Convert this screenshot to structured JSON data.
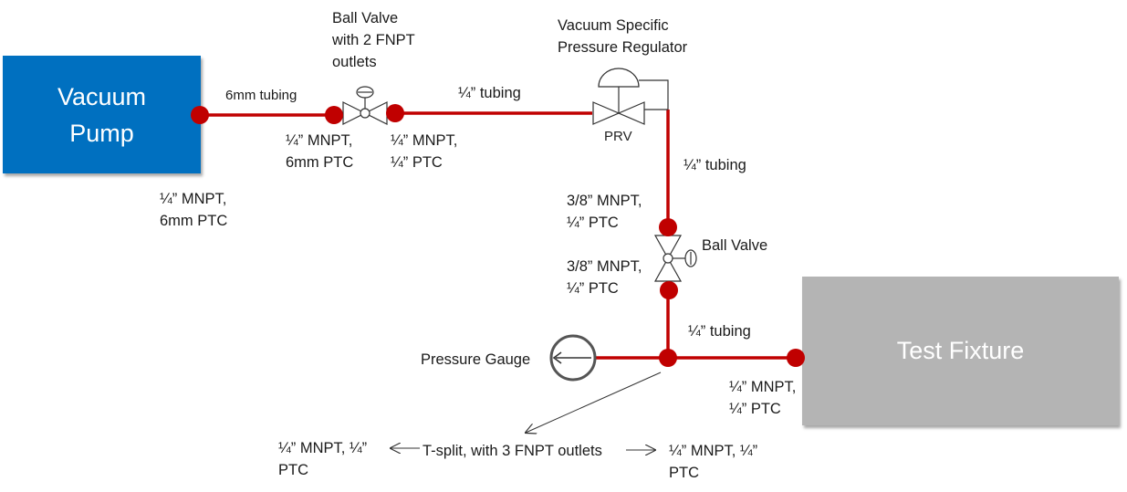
{
  "boxes": {
    "vacuum_pump": "Vacuum\nPump",
    "test_fixture": "Test Fixture"
  },
  "components": {
    "ball_valve_1": "Ball Valve\nwith 2 FNPT\noutlets",
    "prv_title": "Vacuum Specific\nPressure Regulator",
    "prv_tag": "PRV",
    "ball_valve_2": "Ball Valve",
    "pressure_gauge": "Pressure Gauge",
    "t_split": "T-split, with 3 FNPT outlets"
  },
  "tubing": {
    "pump_to_valve": "6mm tubing",
    "valve_to_prv": "¼” tubing",
    "prv_down": "¼” tubing",
    "to_fixture": "¼” tubing"
  },
  "fittings": {
    "pump_outlet": "¼” MNPT,\n6mm PTC",
    "valve1_in": "¼” MNPT,\n6mm PTC",
    "valve1_out": "¼” MNPT,\n¼” PTC",
    "valve2_in": "3/8” MNPT,\n¼” PTC",
    "valve2_out": "3/8” MNPT,\n¼” PTC",
    "fixture_in": "¼” MNPT,\n¼” PTC",
    "tee_left": "¼” MNPT, ¼”\nPTC",
    "tee_right": "¼” MNPT, ¼”\nPTC"
  },
  "colors": {
    "pump_box": "#0070c0",
    "fixture_box": "#b4b4b4",
    "tubing": "#c00000",
    "fitting_dot": "#c00000"
  }
}
